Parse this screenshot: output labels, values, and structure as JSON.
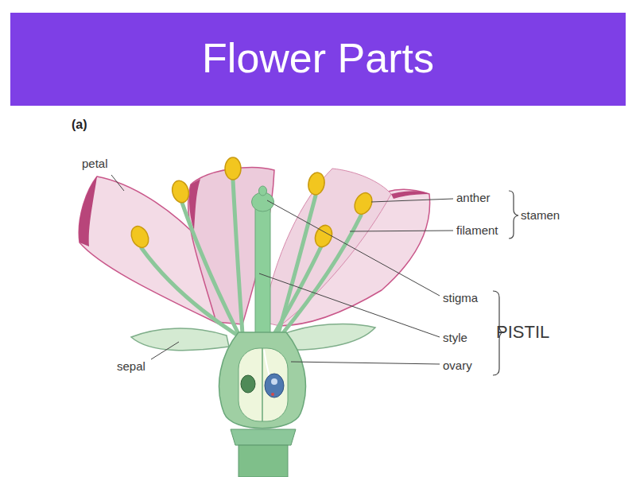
{
  "diagram": {
    "title": "Flower Parts",
    "labels": [
      "(a)",
      "petal",
      "anther",
      "stamen",
      "filament",
      "stigma",
      "PISTIL",
      "style",
      "sepal",
      "ovary"
    ]
  }
}
